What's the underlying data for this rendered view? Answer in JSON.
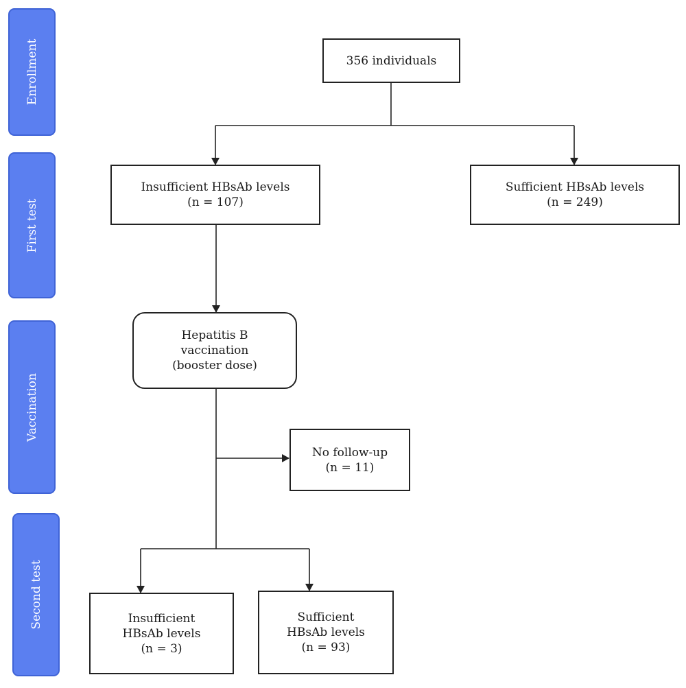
{
  "stages": {
    "enrollment": "Enrollment",
    "first_test": "First test",
    "vaccination": "Vaccination",
    "second_test": "Second test"
  },
  "boxes": {
    "total": {
      "line1": "356 individuals"
    },
    "first_insufficient": {
      "line1": "Insufficient HBsAb levels",
      "line2": "(n = 107)"
    },
    "first_sufficient": {
      "line1": "Sufficient HBsAb levels",
      "line2": "(n = 249)"
    },
    "vaccination": {
      "line1": "Hepatitis B",
      "line2": "vaccination",
      "line3": "(booster dose)"
    },
    "no_follow_up": {
      "line1": "No follow-up",
      "line2": "(n = 11)"
    },
    "second_insufficient": {
      "line1": "Insufficient",
      "line2": "HBsAb levels",
      "line3": "(n = 3)"
    },
    "second_sufficient": {
      "line1": "Sufficient",
      "line2": "HBsAb levels",
      "line3": "(n = 93)"
    }
  },
  "colors": {
    "stage_fill": "#5b7ff0",
    "stage_border": "#3f63d6",
    "line": "#222222"
  }
}
